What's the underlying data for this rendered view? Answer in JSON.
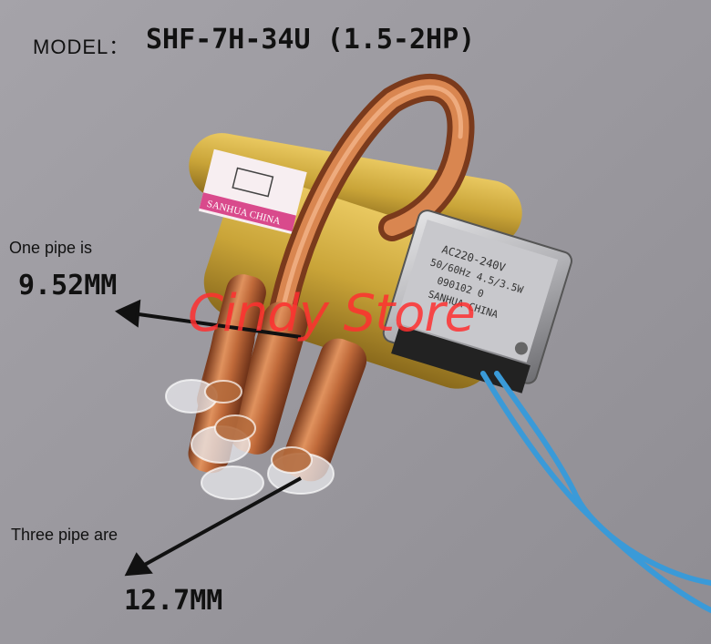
{
  "header": {
    "model_label": "MODEL：",
    "model_value": "SHF-7H-34U  (1.5-2HP)"
  },
  "annotations": {
    "one_pipe_label": "One pipe is",
    "one_pipe_size": "9.52MM",
    "three_pipe_label": "Three pipe are",
    "three_pipe_size": "12.7MM"
  },
  "watermark": "Cindy Store",
  "coil_label": {
    "brand": "SANHUA CHINA",
    "line1": "AC220-240V",
    "line2": "50/60Hz 4.5/3.5W",
    "line3": "090102 0",
    "line4": "SANHUA CHINA"
  },
  "colors": {
    "background": "#9c9aa0",
    "copper": "#c06a3a",
    "brass": "#c9a438",
    "wire": "#3a9ad8",
    "watermark": "#ff3030"
  }
}
